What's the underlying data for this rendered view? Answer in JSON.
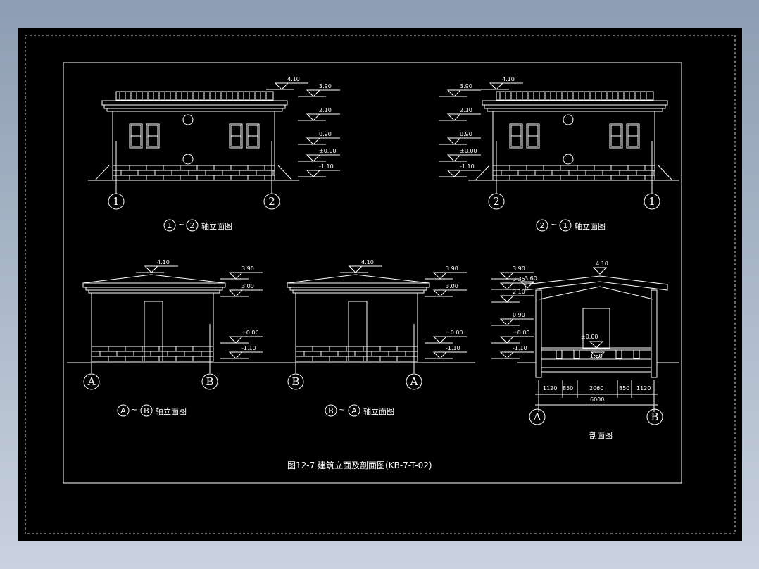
{
  "colors": {
    "background": "#000000",
    "lines": "#ffffff",
    "outer": "#8d9db3"
  },
  "drawings": {
    "elev_1_2": {
      "label_a": "1",
      "label_b": "2",
      "caption": "轴立面图",
      "axis_left": "1",
      "axis_right": "2",
      "levels": [
        "4.10",
        "3.90",
        "2.10",
        "0.90",
        "±0.00",
        "-1.10"
      ]
    },
    "elev_2_1": {
      "label_a": "2",
      "label_b": "1",
      "caption": "轴立面图",
      "axis_left": "2",
      "axis_right": "1",
      "levels": [
        "4.10",
        "3.90",
        "2.10",
        "0.90",
        "±0.00",
        "-1.10"
      ]
    },
    "elev_A_B": {
      "label_a": "A",
      "label_b": "B",
      "caption": "轴立面图",
      "axis_left": "A",
      "axis_right": "B",
      "levels": [
        "4.10",
        "3.90",
        "3.00",
        "±0.00",
        "-1.10"
      ]
    },
    "elev_B_A": {
      "label_a": "B",
      "label_b": "A",
      "caption": "轴立面图",
      "axis_left": "B",
      "axis_right": "A",
      "levels": [
        "4.10",
        "3.90",
        "3.00",
        "±0.00",
        "-1.10"
      ]
    },
    "section": {
      "caption": "剖面图",
      "axis_left": "A",
      "axis_right": "B",
      "levels": [
        "3.90",
        "3.35",
        "2.10",
        "0.90",
        "±0.00",
        "-1.10"
      ],
      "ridge_level": "4.10",
      "eave_level": "3.60",
      "floor_level": "±0.00",
      "pit_level": "-1.80",
      "dims": [
        "1120",
        "850",
        "2060",
        "850",
        "1120"
      ],
      "total_dim": "6000"
    }
  },
  "sheet_title": "图12-7  建筑立面及剖面图(KB-7-T-02)"
}
